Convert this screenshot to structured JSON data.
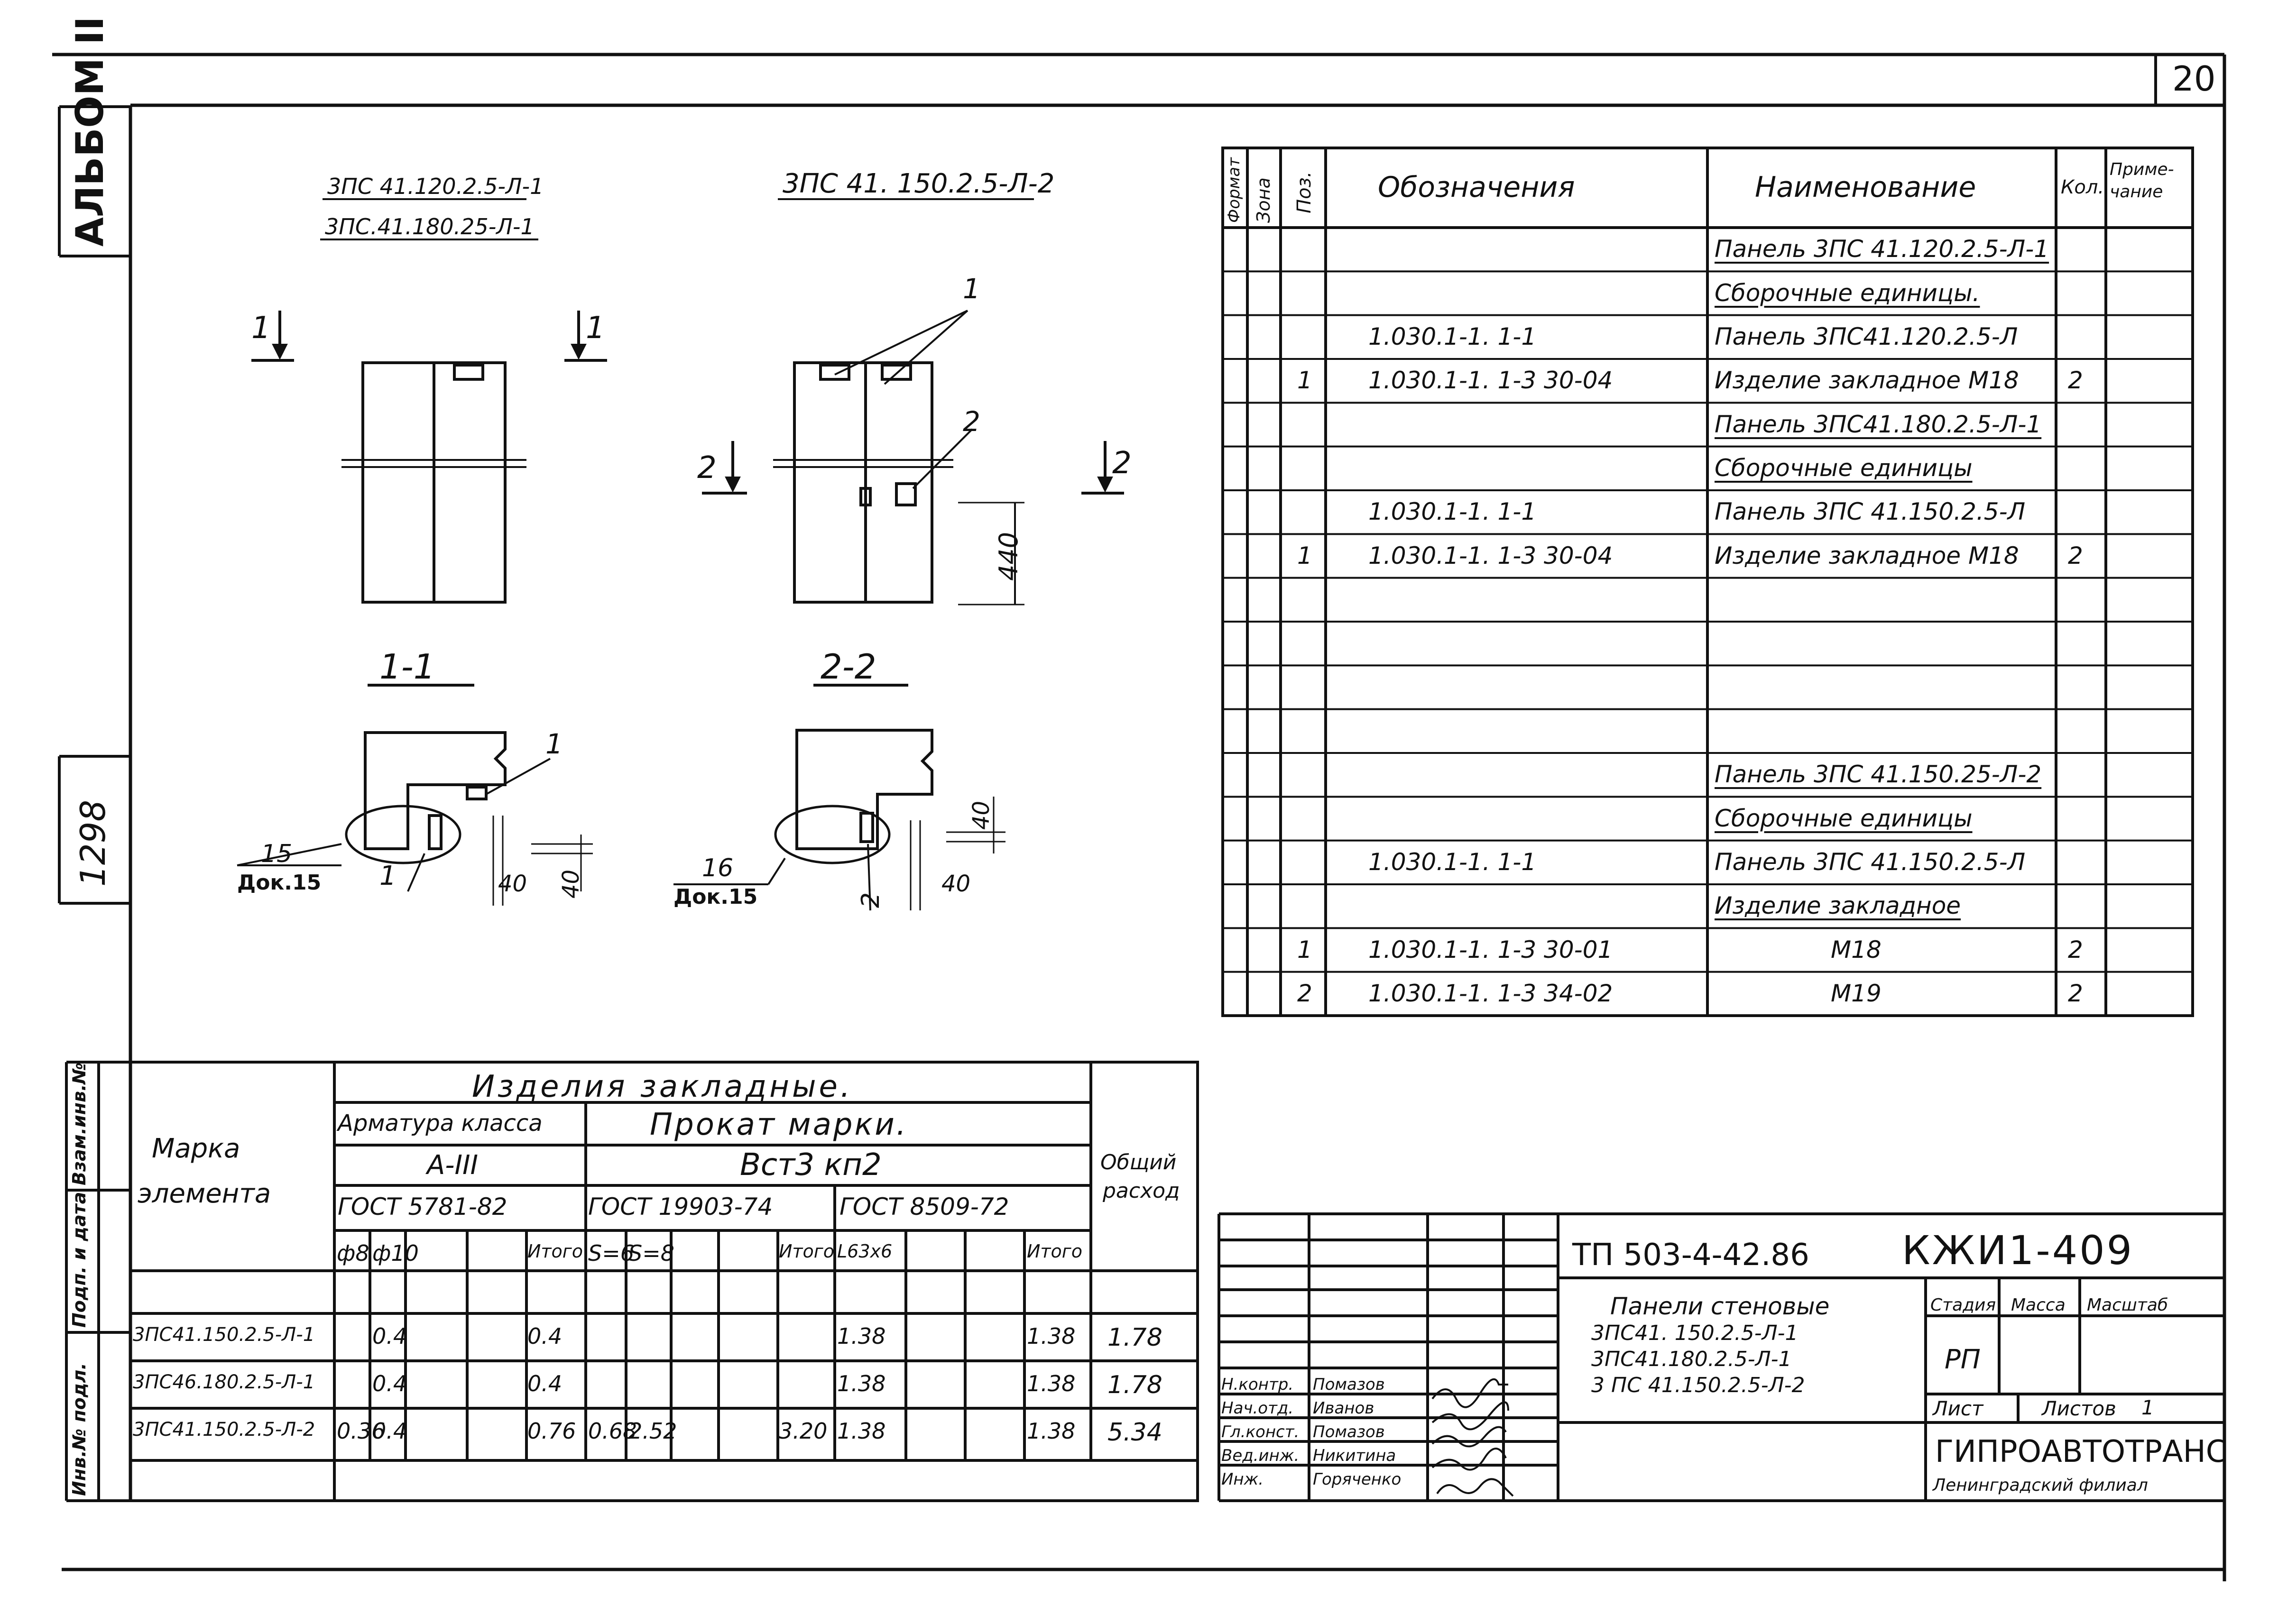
{
  "sheet": {
    "sheet_number": "20",
    "album": "АЛЬБОМ II",
    "inventory_number": "1298",
    "side_stamp": [
      "Взам.инв.№",
      "Подп. и дата",
      "Инв.№ подл."
    ]
  },
  "drawings": {
    "left_marks": [
      "3ПС 41.120.2.5-Л-1",
      "3ПС.41.180.25-Л-1"
    ],
    "right_mark": "3ПС 41. 150.2.5-Л-2",
    "section_labels": [
      "1-1",
      "2-2"
    ],
    "section_marks": [
      "1",
      "1",
      "2",
      "2"
    ],
    "callouts": {
      "pos1": "1",
      "pos2": "2",
      "sec1_pos": "1",
      "sec1_pos_b": "1",
      "sec1_ref_num": "15",
      "sec1_ref_doc": "Док.15",
      "sec2_ref_num": "16",
      "sec2_ref_doc": "Док.15",
      "sec2_pos": "2"
    },
    "dimensions": {
      "d440": "440",
      "d40_a": "40",
      "d40_b": "40",
      "d40_c": "40",
      "d40_d": "40"
    }
  },
  "spec_table": {
    "headers": {
      "format": "Формат",
      "zone": "Зона",
      "pos": "Поз.",
      "designation": "Обозначения",
      "name": "Наименование",
      "qty": "Кол.",
      "note": "Приме-чание"
    },
    "rows": [
      {
        "pos": "",
        "designation": "",
        "name": "Панель 3ПС 41.120.2.5-Л-1",
        "qty": "",
        "underline": true
      },
      {
        "pos": "",
        "designation": "",
        "name": "Сборочные единицы.",
        "qty": "",
        "underline": true
      },
      {
        "pos": "",
        "designation": "1.030.1-1. 1-1",
        "name": "Панель 3ПС41.120.2.5-Л",
        "qty": ""
      },
      {
        "pos": "1",
        "designation": "1.030.1-1. 1-3  30-04",
        "name": "Изделие закладное М18",
        "qty": "2"
      },
      {
        "pos": "",
        "designation": "",
        "name": "Панель 3ПС41.180.2.5-Л-1",
        "qty": "",
        "underline": true
      },
      {
        "pos": "",
        "designation": "",
        "name": "Сборочные единицы",
        "qty": "",
        "underline": true
      },
      {
        "pos": "",
        "designation": "1.030.1-1. 1-1",
        "name": "Панель 3ПС 41.150.2.5-Л",
        "qty": ""
      },
      {
        "pos": "1",
        "designation": "1.030.1-1. 1-3 30-04",
        "name": "Изделие закладное М18",
        "qty": "2"
      },
      {
        "pos": "",
        "designation": "",
        "name": "",
        "qty": ""
      },
      {
        "pos": "",
        "designation": "",
        "name": "",
        "qty": ""
      },
      {
        "pos": "",
        "designation": "",
        "name": "",
        "qty": ""
      },
      {
        "pos": "",
        "designation": "",
        "name": "",
        "qty": ""
      },
      {
        "pos": "",
        "designation": "",
        "name": "Панель 3ПС 41.150.25-Л-2",
        "qty": "",
        "underline": true
      },
      {
        "pos": "",
        "designation": "",
        "name": "Сборочные единицы",
        "qty": "",
        "underline": true
      },
      {
        "pos": "",
        "designation": "1.030.1-1. 1-1",
        "name": "Панель 3ПС 41.150.2.5-Л",
        "qty": ""
      },
      {
        "pos": "",
        "designation": "",
        "name": "Изделие закладное",
        "qty": "",
        "underline": true
      },
      {
        "pos": "1",
        "designation": "1.030.1-1. 1-3  30-01",
        "name": "М18",
        "qty": "2"
      },
      {
        "pos": "2",
        "designation": "1.030.1-1. 1-3  34-02",
        "name": "М19",
        "qty": "2"
      }
    ]
  },
  "parts_table": {
    "title": "Изделия  закладные.",
    "mark_header": [
      "Марка",
      "элемента"
    ],
    "total_header": [
      "Общий",
      "расход"
    ],
    "rebar_class_label": "Арматура класса",
    "rebar_class": "А-III",
    "rolled_label": "Прокат марки.",
    "rolled_grade": "Вст3 кп2",
    "gost_a": "ГОСТ 5781-82",
    "gost_b": "ГОСТ 19903-74",
    "gost_c": "ГОСТ 8509-72",
    "columns": [
      "ф8",
      "ф10",
      "",
      "Итого",
      "S=6",
      "S=8",
      "",
      "Итого",
      "L63x6",
      "",
      "",
      "Итого"
    ],
    "rows": [
      {
        "mark": "3ПС41.150.2.5-Л-1",
        "cells": [
          "",
          "0.4",
          "",
          "0.4",
          "",
          "",
          "",
          "",
          "1.38",
          "",
          "",
          "1.38"
        ],
        "total": "1.78"
      },
      {
        "mark": "3ПС46.180.2.5-Л-1",
        "cells": [
          "",
          "0.4",
          "",
          "0.4",
          "",
          "",
          "",
          "",
          "1.38",
          "",
          "",
          "1.38"
        ],
        "total": "1.78"
      },
      {
        "mark": "3ПС41.150.2.5-Л-2",
        "cells": [
          "0.36",
          "0.4",
          "",
          "0.76",
          "0.68",
          "2.52",
          "",
          "3.20",
          "1.38",
          "",
          "",
          "1.38"
        ],
        "total": "5.34"
      }
    ]
  },
  "title_block": {
    "project": "ТП  503-4-42.86",
    "code": "КЖИ1-409",
    "title": [
      "Панели стеновые",
      "3ПС41. 150.2.5-Л-1",
      "3ПС41.180.2.5-Л-1",
      "3 ПС 41.150.2.5-Л-2"
    ],
    "stage_label": "Стадия",
    "mass_label": "Масса",
    "scale_label": "Масштаб",
    "stage": "РП",
    "sheet_label": "Лист",
    "sheets_label": "Листов",
    "sheets": "1",
    "org": "ГИПРОАВТОТРАНС",
    "branch": "Ленинградский филиал",
    "signatures": [
      {
        "role": "Н.контр.",
        "name": "Помазов"
      },
      {
        "role": "Нач.отд.",
        "name": "Иванов"
      },
      {
        "role": "Гл.конст.",
        "name": "Помазов"
      },
      {
        "role": "Вед.инж.",
        "name": "Никитина"
      },
      {
        "role": "Инж.",
        "name": "Горяченко"
      }
    ]
  }
}
